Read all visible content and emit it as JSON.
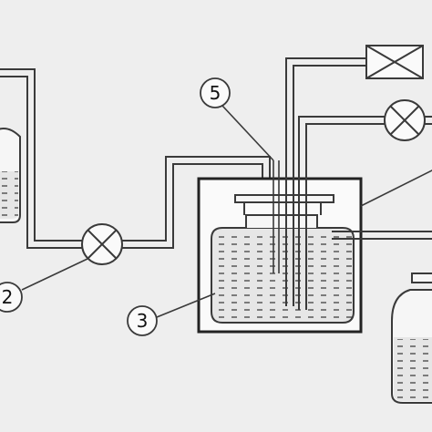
{
  "diagram": {
    "background": "#eeeeee",
    "line_color": "#3a3a3a",
    "liquid_fill": "#e6e6e6",
    "callouts": {
      "pump": "2",
      "vessel": "3",
      "probe": "5"
    }
  }
}
